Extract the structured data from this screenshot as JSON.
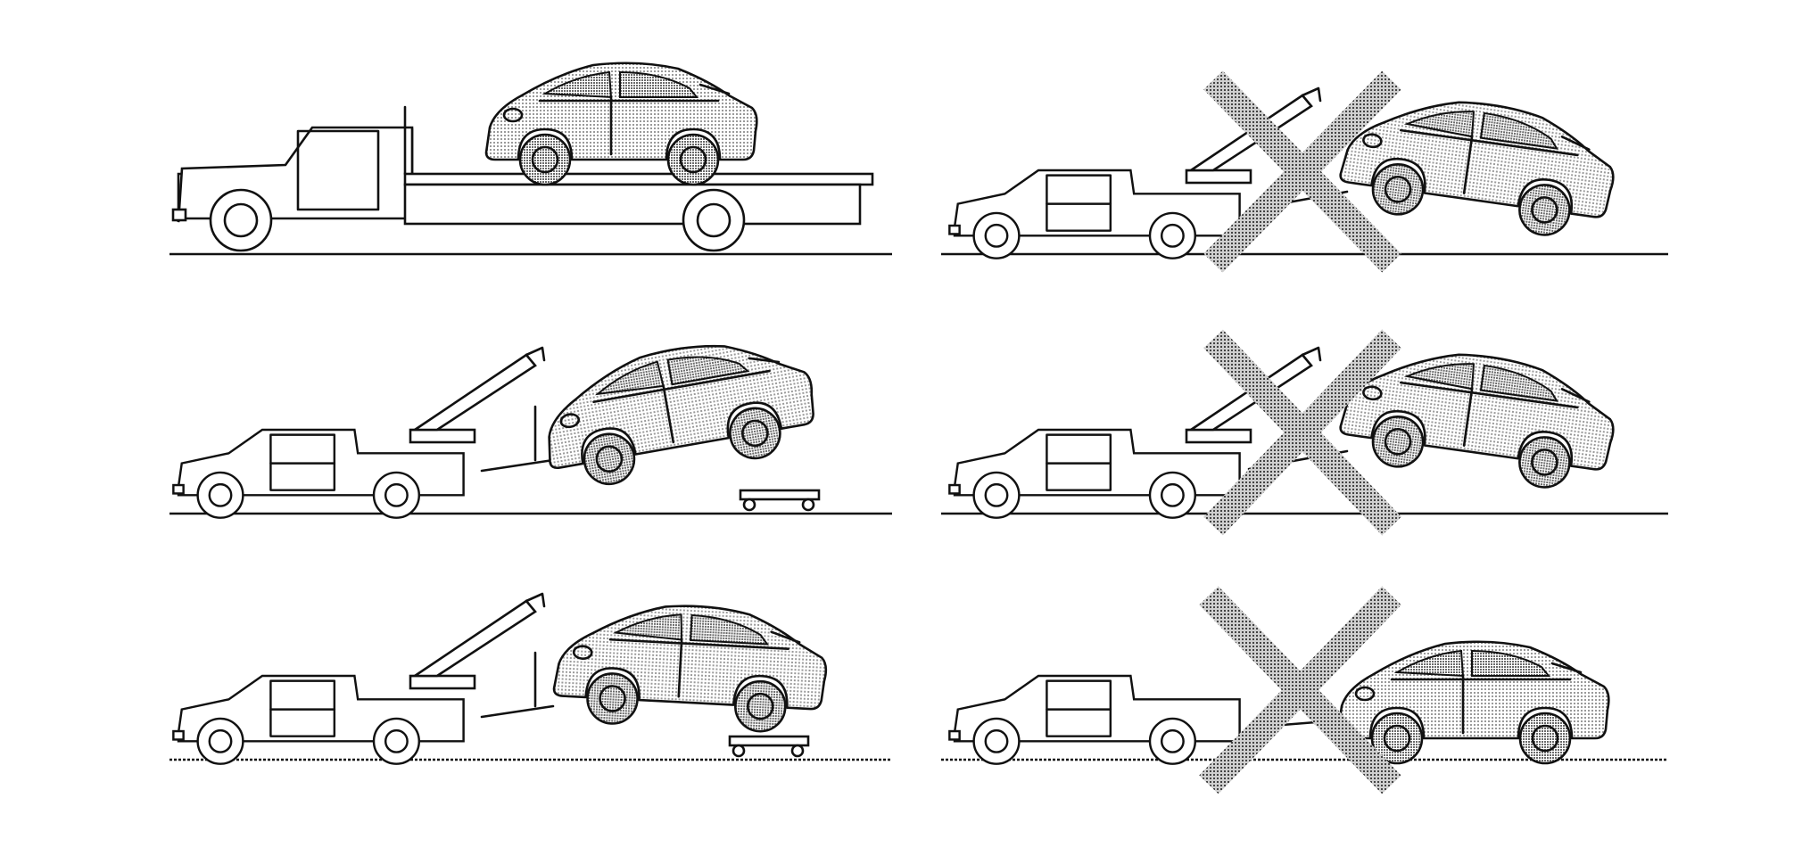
{
  "figure": {
    "colors": {
      "line": "#111111",
      "background": "#ffffff",
      "shade": "#9a9a9a",
      "cross": "#6e6e6e"
    },
    "panels": [
      {
        "method": "flatbed",
        "allowed": true
      },
      {
        "method": "wheel-lift-front-rear-dollies",
        "allowed": true
      },
      {
        "method": "wheel-lift-rear-front-dollies",
        "allowed": true
      },
      {
        "method": "sling-front-lift",
        "allowed": false
      },
      {
        "method": "sling-rear-lift",
        "allowed": false
      },
      {
        "method": "tow-on-all-wheels",
        "allowed": false
      }
    ]
  }
}
